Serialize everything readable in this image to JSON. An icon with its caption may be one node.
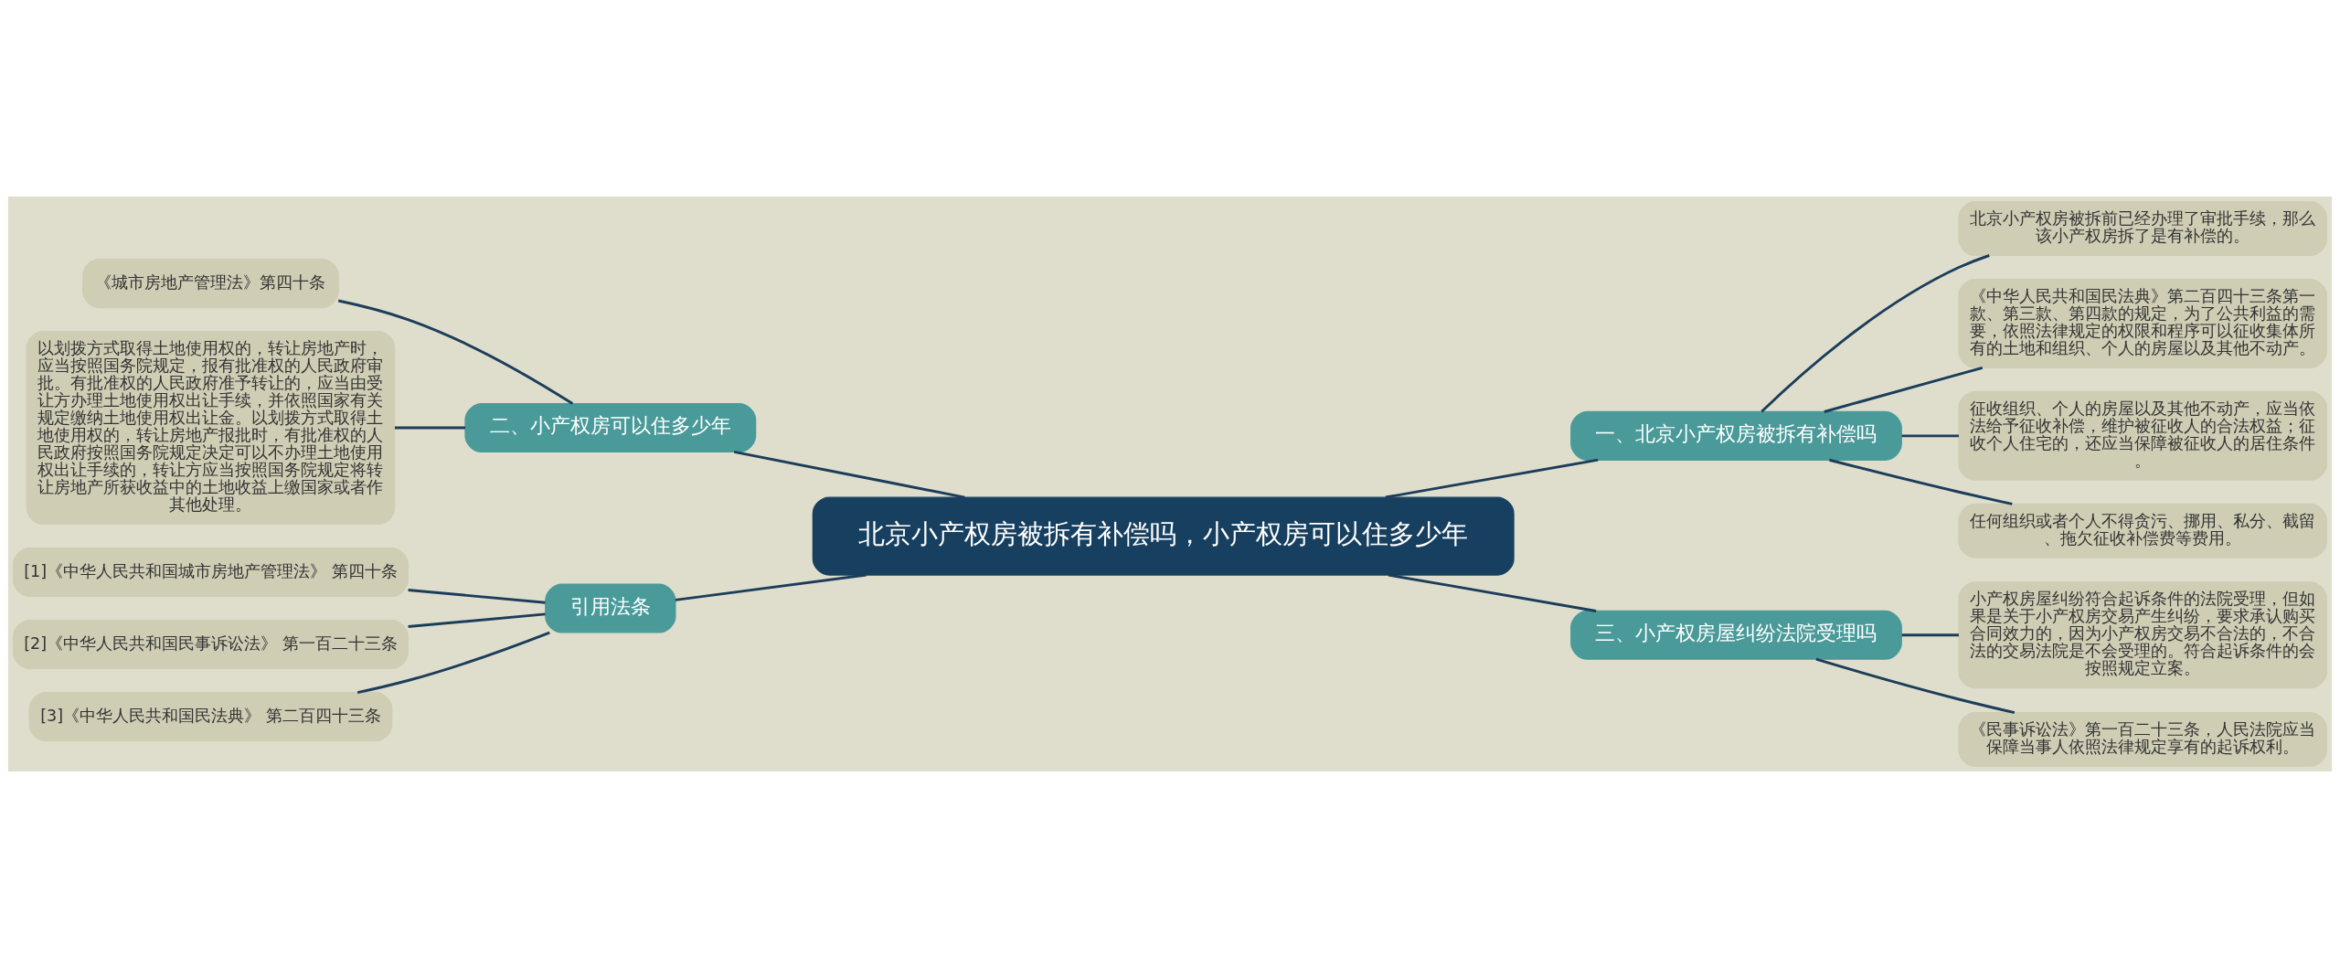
{
  "diagram": {
    "nodes": [
      {
        "text": [
          "北京小产权房被拆有补偿吗，小产权房可以住多少年"
        ]
      },
      {
        "text": [
          "一、北京小产权房被拆有补偿吗"
        ]
      },
      {
        "text": [
          "北京小产权房被拆前已经办理了审批手续，那么该小产权房拆了是有补偿的。"
        ]
      },
      {
        "text": [
          "《中华人民共和国民法典》第二百四十三条第一款、第三款、第四款的规定，为了公共利益的需要，依照法律规定的权限和程序可以征收集体所有的土地和组织、个人的房屋以及其他不动产。"
        ]
      },
      {
        "text": [
          "征收组织、个人的房屋以及其他不动产，应当依法给予征收补偿，维护被征收人的合法权益；征收个人住宅的，还应当保障被征收人的居住条件。"
        ]
      },
      {
        "text": [
          "任何组织或者个人不得贪污、挪用、私分、截留、拖欠征收补偿费等费用。"
        ]
      },
      {
        "text": [
          "二、小产权房可以住多少年"
        ]
      },
      {
        "text": [
          "《城市房地产管理法》第四十条"
        ]
      },
      {
        "text": [
          "以划拨方式取得土地使用权的，转让房地产时，应当按照国务院规定，报有批准权的人民政府审批。有批准权的人民政府准予转让的，应当由受让方办理土地使用权出让手续，并依照国家有关规定缴纳土地使用权出让金。以划拨方式取得土地使用权的，转让房地产报批时，有批准权的人民政府按照国务院规定决定可以不办理土地使用权出让手续的，转让方应当按照国务院规定将转让房地产所获收益中的土地收益上缴国家或者作其他处理。"
        ]
      },
      {
        "text": [
          "三、小产权房屋纠纷法院受理吗"
        ]
      },
      {
        "text": [
          "小产权房屋纠纷符合起诉条件的法院受理，但如果是关于小产权房交易产生纠纷，要求承认购买合同效力的，因为小产权房交易不合法的，不合法的交易法院是不会受理的。符合起诉条件的会按照规定立案。"
        ]
      },
      {
        "text": [
          "《民事诉讼法》第一百二十三条，人民法院应当保障当事人依照法律规定享有的起诉权利。"
        ]
      },
      {
        "text": [
          "引用法条"
        ]
      },
      {
        "text": [
          "[1]《中华人民共和国城市房地产管理法》 第四十条"
        ]
      },
      {
        "text": [
          "[2]《中华人民共和国民事诉讼法》 第一百二十三条"
        ]
      },
      {
        "text": [
          "[3]《中华人民共和国民法典》 第二百四十三条"
        ]
      }
    ],
    "edges": [
      {
        "from": 0,
        "to": 1,
        "arrow": "none"
      },
      {
        "from": 1,
        "to": 2,
        "arrow": "none"
      },
      {
        "from": 1,
        "to": 3,
        "arrow": "none"
      },
      {
        "from": 1,
        "to": 4,
        "arrow": "none"
      },
      {
        "from": 1,
        "to": 5,
        "arrow": "none"
      },
      {
        "from": 6,
        "to": 0,
        "arrow": "none"
      },
      {
        "from": 7,
        "to": 6,
        "arrow": "none"
      },
      {
        "from": 8,
        "to": 6,
        "arrow": "none"
      },
      {
        "from": 0,
        "to": 9,
        "arrow": "none"
      },
      {
        "from": 9,
        "to": 10,
        "arrow": "none"
      },
      {
        "from": 9,
        "to": 11,
        "arrow": "none"
      },
      {
        "from": 12,
        "to": 0,
        "arrow": "none"
      },
      {
        "from": 13,
        "to": 12,
        "arrow": "none"
      },
      {
        "from": 14,
        "to": 12,
        "arrow": "none"
      },
      {
        "from": 15,
        "to": 12,
        "arrow": "none"
      }
    ]
  }
}
